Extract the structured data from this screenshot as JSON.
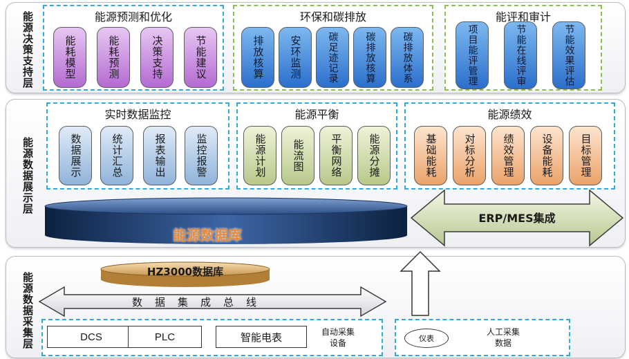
{
  "layers": {
    "decision": {
      "label": "能源决策支持层",
      "groups": [
        {
          "title": "能源预测和优化",
          "items": [
            "能耗模型",
            "能耗预测",
            "决策支持",
            "节能建议"
          ]
        },
        {
          "title": "环保和碳排放",
          "items": [
            "排放核算",
            "安环监测",
            "碳足迹记录",
            "碳排放核算",
            "碳排放体系"
          ]
        },
        {
          "title": "能评和审计",
          "items": [
            "项目能评管理",
            "节能在线评审",
            "节能效果评估"
          ]
        }
      ]
    },
    "display": {
      "label": "能源数据展示层",
      "groups": [
        {
          "title": "实时数据监控",
          "items": [
            "数据展示",
            "统计汇总",
            "报表输出",
            "监控报警"
          ]
        },
        {
          "title": "能源平衡",
          "items": [
            "能源计划",
            "能流图",
            "平衡网络",
            "能源分摊"
          ]
        },
        {
          "title": "能源绩效",
          "items": [
            "基础能耗",
            "对标分析",
            "绩效管理",
            "设备能耗",
            "目标管理"
          ]
        }
      ],
      "database": "能源数据库",
      "erp": "ERP/MES集成"
    },
    "collection": {
      "label": "能源数据采集层",
      "hz_database": "HZ3000数据库",
      "bus": "数据集成总线",
      "devices": [
        "DCS",
        "PLC",
        "智能电表"
      ],
      "auto_label": "自动采集设备",
      "instrument": "仪表",
      "manual_label": "人工采集数据"
    }
  },
  "colors": {
    "dashed_blue": "#2fa9e0",
    "dashed_green": "#8cc04c",
    "purple": "#b46ad2",
    "blue": "#2b6fcc",
    "orange": "#eba36a"
  }
}
